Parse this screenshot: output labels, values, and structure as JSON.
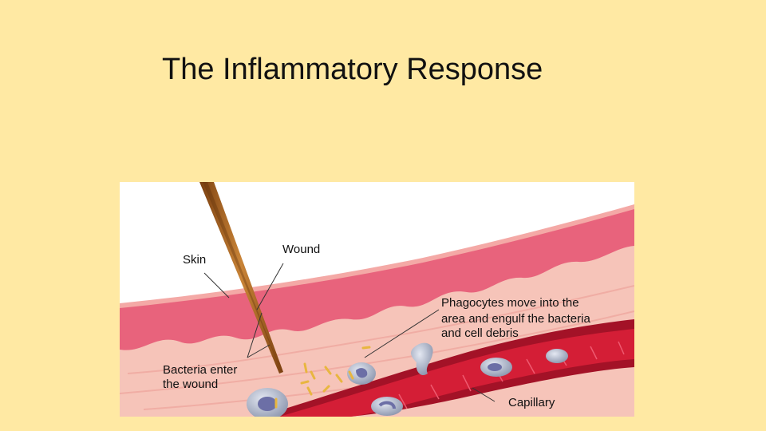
{
  "slide": {
    "title": "The Inflammatory Response"
  },
  "diagram": {
    "labels": {
      "skin": "Skin",
      "wound": "Wound",
      "phagocytes_line1": "Phagocytes move into the",
      "phagocytes_line2": "area and engulf the bacteria",
      "phagocytes_line3": "and cell debris",
      "bacteria_line1": "Bacteria enter",
      "bacteria_line2": "the wound",
      "capillary": "Capillary"
    },
    "colors": {
      "background": "#ffe9a3",
      "epidermis": "#e8637c",
      "dermis": "#f6c4b9",
      "capillary": "#d41e36",
      "phagocyte": "#aab3c8",
      "bacteria": "#e8b640",
      "thorn": "#a8611f"
    }
  }
}
